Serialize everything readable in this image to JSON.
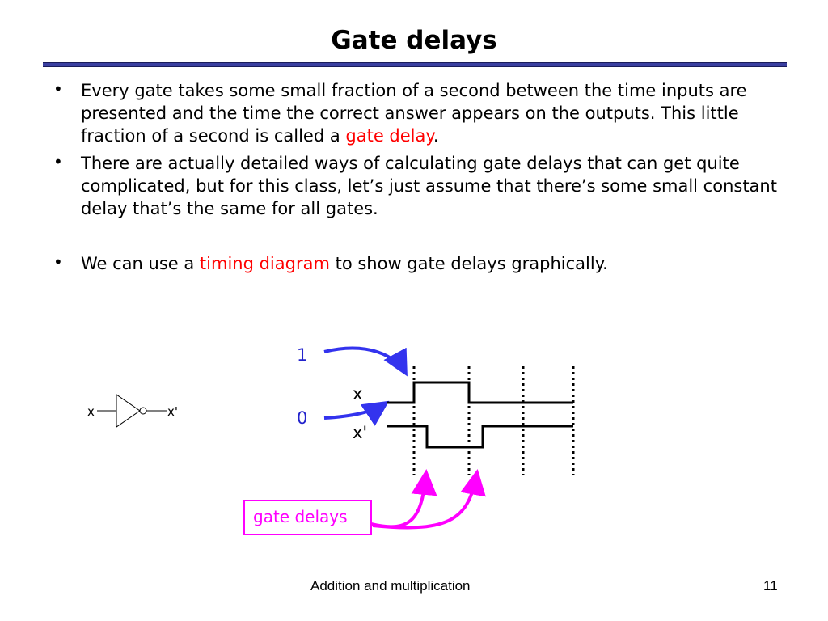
{
  "slide": {
    "title": "Gate delays"
  },
  "bullets": [
    {
      "parts": [
        "Every gate takes some small fraction of a second between the time inputs are presented and the time the correct answer appears on the outputs.  This little fraction of a second is called a ",
        "gate delay",
        "."
      ]
    },
    {
      "text": "There are actually detailed ways of calculating gate delays that can get quite complicated, but for this class, let’s just assume that there’s some small constant delay that’s the same for all gates."
    },
    {
      "parts": [
        "We can use a ",
        "timing diagram",
        " to show gate delays graphically."
      ]
    }
  ],
  "inverter": {
    "input_label": "x",
    "output_label": "x'"
  },
  "timing": {
    "level_high": "1",
    "level_low": "0",
    "signal_x": "x",
    "signal_x_prime": "x'",
    "callout": "gate delays"
  },
  "footer": {
    "title": "Addition and multiplication",
    "page": "11"
  },
  "colors": {
    "title_rule": "#3a3fa0",
    "highlight": "#ff0000",
    "level_arrows": "#3333ee",
    "level_labels": "#2222cc",
    "callout": "#ff00ff"
  }
}
